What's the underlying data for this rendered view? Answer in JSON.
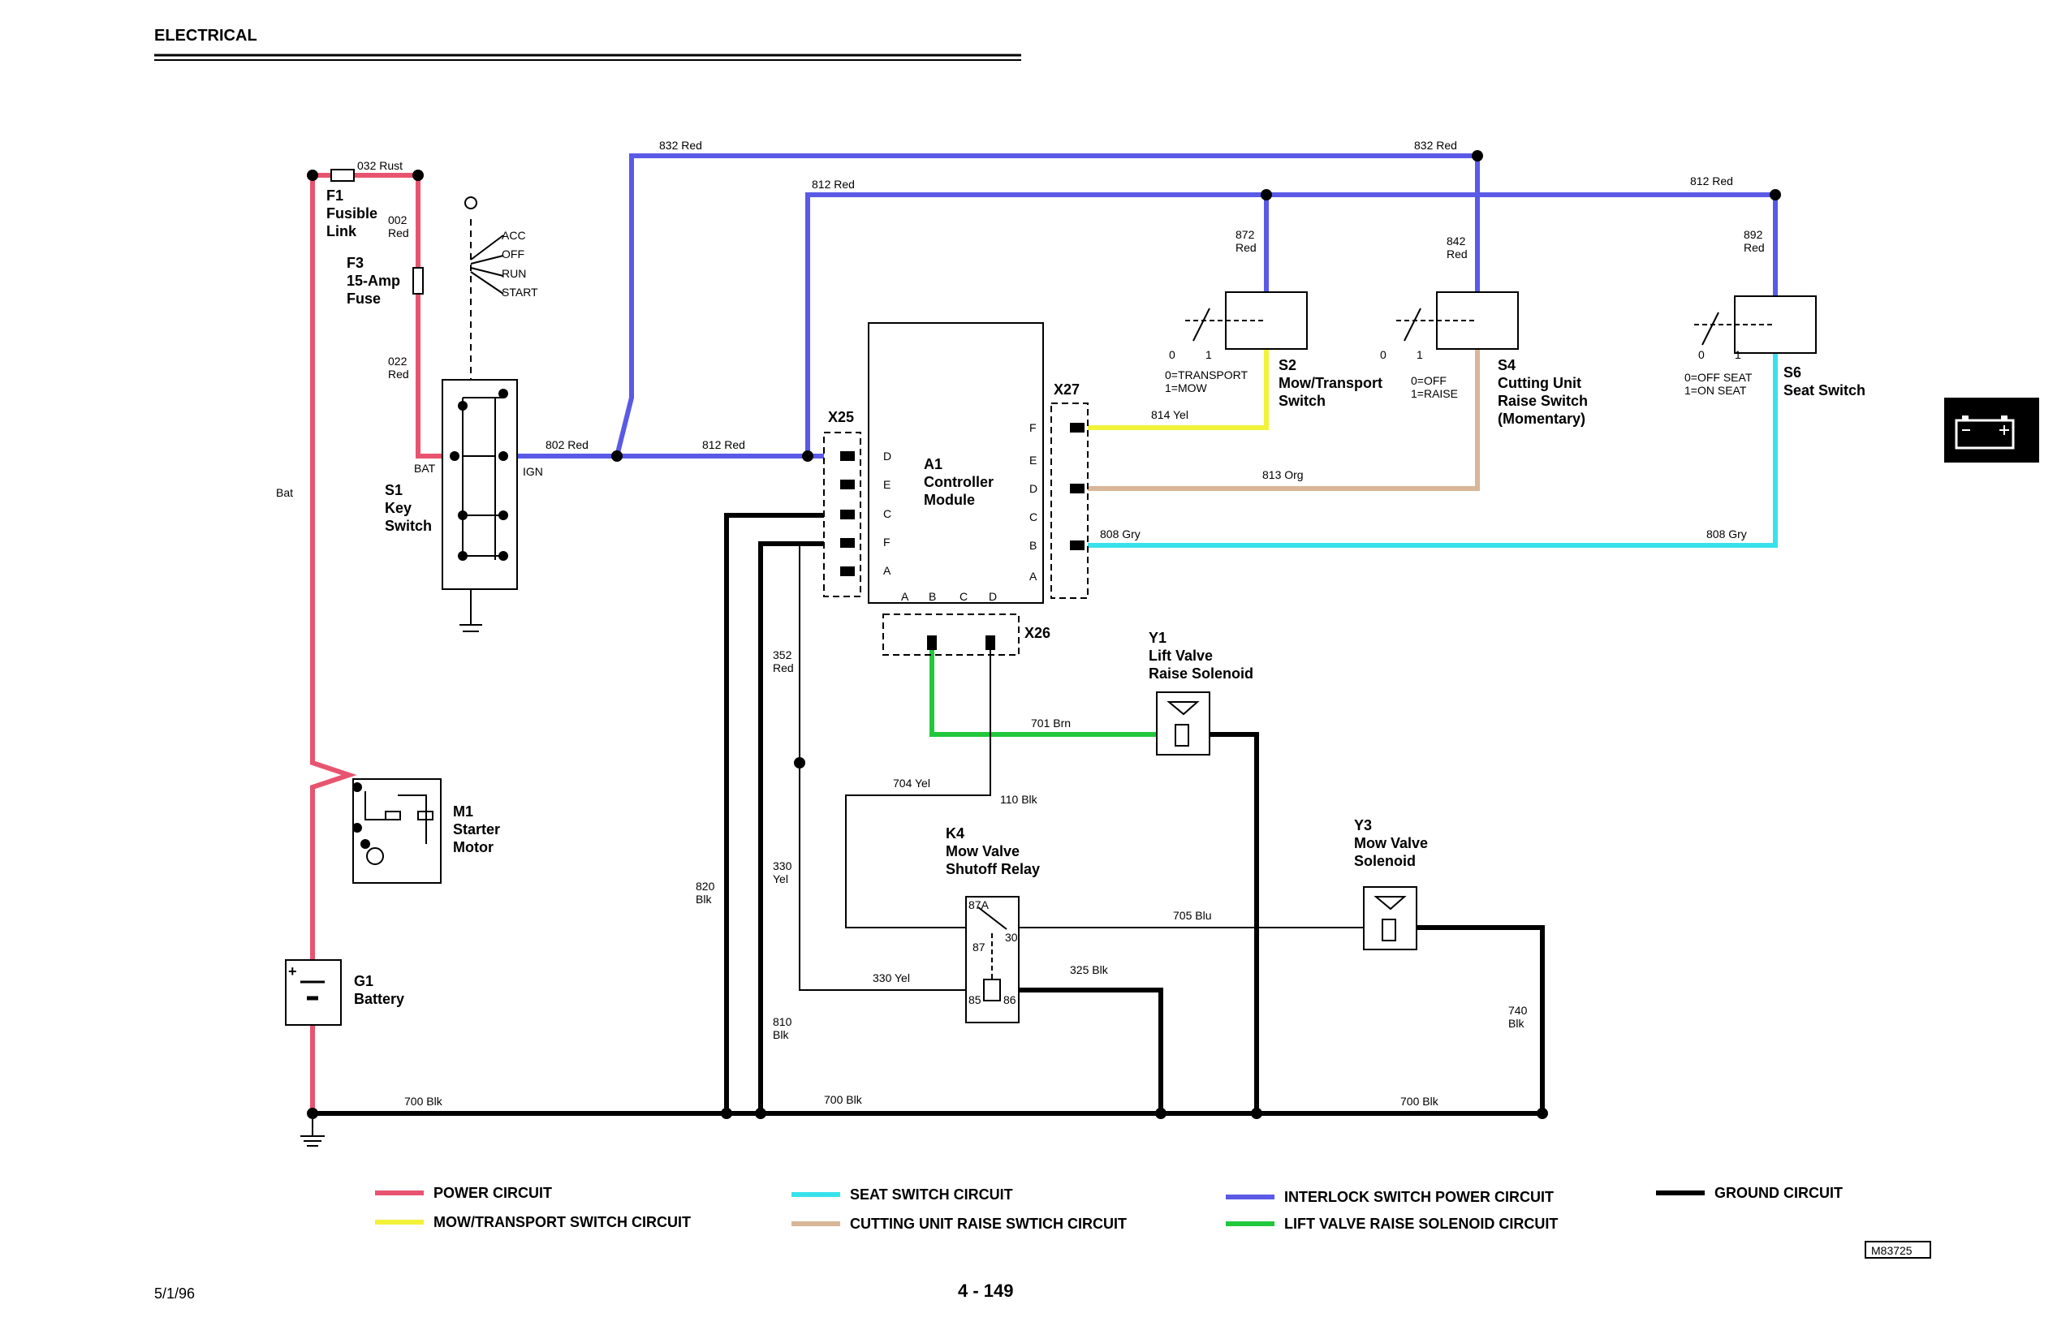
{
  "header": {
    "section_title": "ELECTRICAL"
  },
  "footer": {
    "date": "5/1/96",
    "page_number": "4 - 149",
    "figure_id": "M83725"
  },
  "wires": [
    {
      "id": "032",
      "label": "032 Rust"
    },
    {
      "id": "002",
      "label": "002\nRed"
    },
    {
      "id": "022",
      "label": "022\nRed"
    },
    {
      "id": "bat",
      "label": "Bat"
    },
    {
      "id": "802",
      "label": "802 Red"
    },
    {
      "id": "812a",
      "label": "812 Red"
    },
    {
      "id": "812b",
      "label": "812 Red"
    },
    {
      "id": "812c",
      "label": "812 Red"
    },
    {
      "id": "832a",
      "label": "832 Red"
    },
    {
      "id": "832b",
      "label": "832 Red"
    },
    {
      "id": "872",
      "label": "872\nRed"
    },
    {
      "id": "842",
      "label": "842\nRed"
    },
    {
      "id": "892",
      "label": "892\nRed"
    },
    {
      "id": "814",
      "label": "814 Yel"
    },
    {
      "id": "813",
      "label": "813 Org"
    },
    {
      "id": "808a",
      "label": "808 Gry"
    },
    {
      "id": "808b",
      "label": "808 Gry"
    },
    {
      "id": "352",
      "label": "352\nRed"
    },
    {
      "id": "701",
      "label": "701 Brn"
    },
    {
      "id": "704",
      "label": "704 Yel"
    },
    {
      "id": "110",
      "label": "110 Blk"
    },
    {
      "id": "705",
      "label": "705 Blu"
    },
    {
      "id": "330a",
      "label": "330\nYel"
    },
    {
      "id": "330b",
      "label": "330 Yel"
    },
    {
      "id": "325",
      "label": "325 Blk"
    },
    {
      "id": "820",
      "label": "820\nBlk"
    },
    {
      "id": "810",
      "label": "810\nBlk"
    },
    {
      "id": "740",
      "label": "740\nBlk"
    },
    {
      "id": "700a",
      "label": "700 Blk"
    },
    {
      "id": "700b",
      "label": "700 Blk"
    },
    {
      "id": "700c",
      "label": "700 Blk"
    }
  ],
  "components": {
    "f1": "F1\nFusible\nLink",
    "f3": "F3\n15-Amp\nFuse",
    "s1": "S1\nKey\nSwitch",
    "key_positions": [
      "ACC",
      "OFF",
      "RUN",
      "START"
    ],
    "bat_terminal": "BAT",
    "ign_terminal": "IGN",
    "a1": "A1\nController\nModule",
    "x25": "X25",
    "x26": "X26",
    "x27": "X27",
    "x25_pins": [
      "D",
      "E",
      "C",
      "F",
      "A"
    ],
    "x27_pins": [
      "F",
      "E",
      "D",
      "C",
      "B",
      "A"
    ],
    "x26_pins": [
      "A",
      "B",
      "C",
      "D"
    ],
    "s2": "S2\nMow/Transport\nSwitch",
    "s2_positions": "0=TRANSPORT\n1=MOW",
    "s4": "S4\nCutting Unit\nRaise Switch\n(Momentary)",
    "s4_positions": "0=OFF\n1=RAISE",
    "s6": "S6\nSeat Switch",
    "s6_positions": "0=OFF SEAT\n1=ON SEAT",
    "switch_states": [
      "0",
      "1"
    ],
    "y1": "Y1\nLift Valve\nRaise Solenoid",
    "y3": "Y3\nMow Valve\nSolenoid",
    "k4": "K4\nMow Valve\nShutoff Relay",
    "k4_pins": [
      "87A",
      "87",
      "30",
      "85",
      "86"
    ],
    "m1": "M1\nStarter\nMotor",
    "g1": "G1\nBattery"
  },
  "legend": [
    {
      "label": "POWER CIRCUIT",
      "color": "#e8546f"
    },
    {
      "label": "MOW/TRANSPORT SWITCH CIRCUIT",
      "color": "#f2f23a"
    },
    {
      "label": "SEAT SWITCH CIRCUIT",
      "color": "#38e2ec"
    },
    {
      "label": "CUTTING UNIT RAISE SWTICH CIRCUIT",
      "color": "#d8b697"
    },
    {
      "label": "INTERLOCK SWITCH POWER CIRCUIT",
      "color": "#5a5ae6"
    },
    {
      "label": "LIFT VALVE RAISE SOLENOID CIRCUIT",
      "color": "#22c83c"
    },
    {
      "label": "GROUND CIRCUIT",
      "color": "#000000"
    }
  ],
  "colors": {
    "power": "#e8546f",
    "mow": "#f2f23a",
    "seat": "#38e2ec",
    "cutting": "#d8b697",
    "interlock": "#5a5ae6",
    "lift": "#22c83c",
    "ground": "#000000"
  },
  "tab_icon": "battery-icon"
}
